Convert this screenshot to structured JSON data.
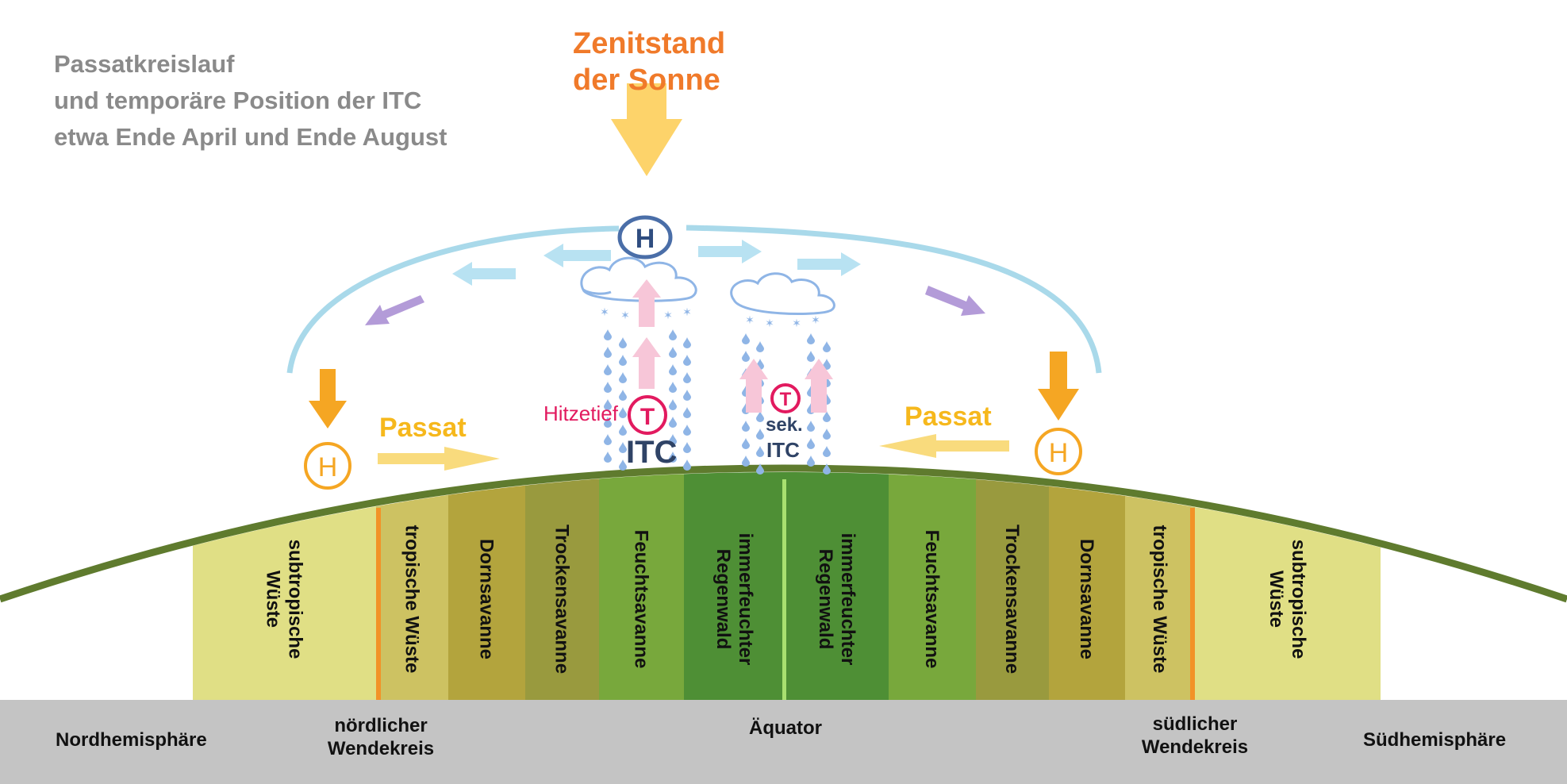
{
  "title": {
    "line1": "Passatkreislauf",
    "line2": "und temporäre Position der ITC",
    "line3": "etwa Ende April und Ende August"
  },
  "sun": {
    "line1": "Zenitstand",
    "line2": "der Sonne"
  },
  "labels": {
    "high": "H",
    "low": "T",
    "passat": "Passat",
    "hitzetief": "Hitzetief",
    "itc": "ITC",
    "sek_itc_line1": "sek.",
    "sek_itc_line2": "ITC"
  },
  "zones": [
    {
      "label": "subtropische\nWüste",
      "color": "#e0df85"
    },
    {
      "label": "tropische Wüste",
      "color": "#cdc262"
    },
    {
      "label": "Dornsavanne",
      "color": "#b3a43d"
    },
    {
      "label": "Trockensavanne",
      "color": "#999a3e"
    },
    {
      "label": "Feuchtsavanne",
      "color": "#78a83c"
    },
    {
      "label": "immerfeuchter\nRegenwald",
      "color": "#4e8f35"
    },
    {
      "label": "immerfeuchter\nRegenwald",
      "color": "#4e8f35"
    },
    {
      "label": "Feuchtsavanne",
      "color": "#78a83c"
    },
    {
      "label": "Trockensavanne",
      "color": "#999a3e"
    },
    {
      "label": "Dornsavanne",
      "color": "#b3a43d"
    },
    {
      "label": "tropische Wüste",
      "color": "#cdc262"
    },
    {
      "label": "subtropische\nWüste",
      "color": "#e0df85"
    }
  ],
  "bottom": {
    "nord": "Nordhemisphäre",
    "nw_line1": "nördlicher",
    "nw_line2": "Wendekreis",
    "aequator": "Äquator",
    "sw_line1": "südlicher",
    "sw_line2": "Wendekreis",
    "sued": "Südhemisphäre"
  },
  "colors": {
    "title": "#8a8a8a",
    "sun_label": "#f07a2a",
    "sun_arrow": "#fdd36a",
    "circulation_arc": "#a9d9ea",
    "upper_arrow": "#b8e2f2",
    "side_arrow": "#b39bd8",
    "high_ring_orange": "#f5a623",
    "high_ring_blue": "#4a6ea8",
    "passat_text": "#f6b81c",
    "passat_arrow": "#f9db7d",
    "low_ring": "#e21a5f",
    "hitzetief_text": "#e21a5f",
    "itc_text": "#2f4366",
    "rising_arrow": "#f7c6d8",
    "rain": "#8fb5e6",
    "ground_line": "#5f7b2e",
    "bottom_bar": "#c4c4c4",
    "tropic_line": "#f29227",
    "equator_line": "#a8e070"
  }
}
